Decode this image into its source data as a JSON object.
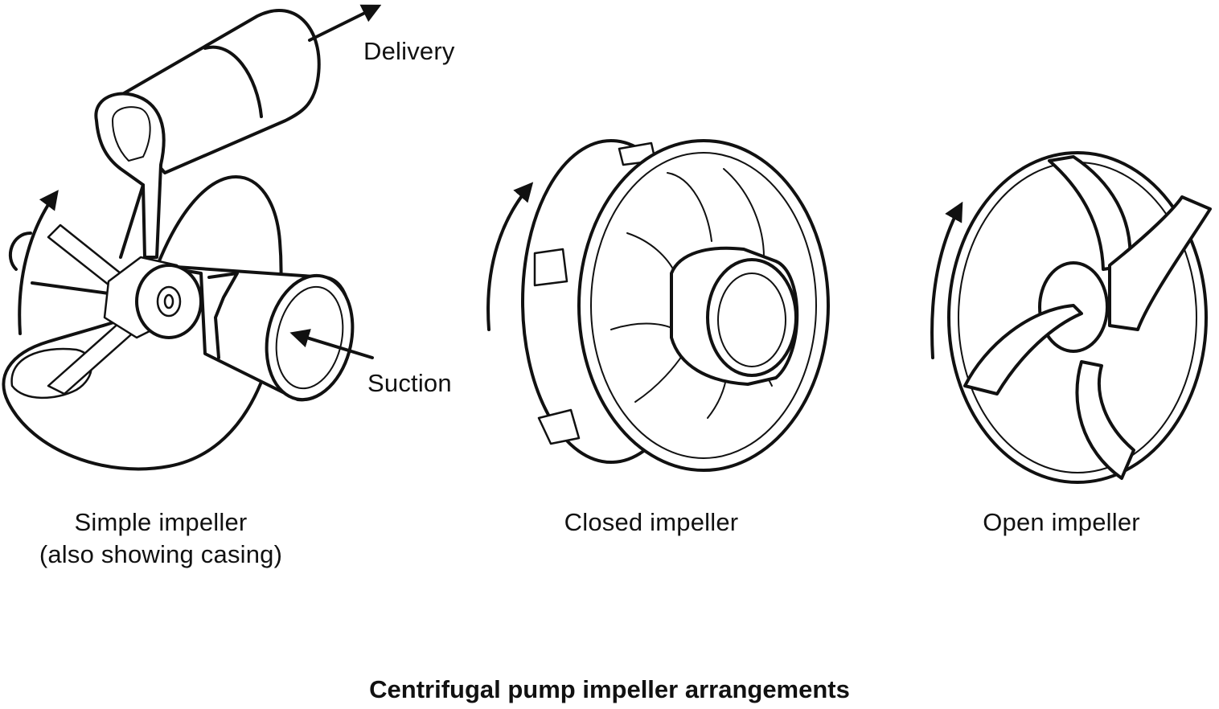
{
  "labels": {
    "delivery": "Delivery",
    "suction": "Suction"
  },
  "captions": {
    "simple_line1": "Simple impeller",
    "simple_line2": "(also showing casing)",
    "closed": "Closed impeller",
    "open": "Open impeller"
  },
  "title": "Centrifugal pump impeller arrangements",
  "colors": {
    "ink": "#111111",
    "background": "#ffffff"
  }
}
